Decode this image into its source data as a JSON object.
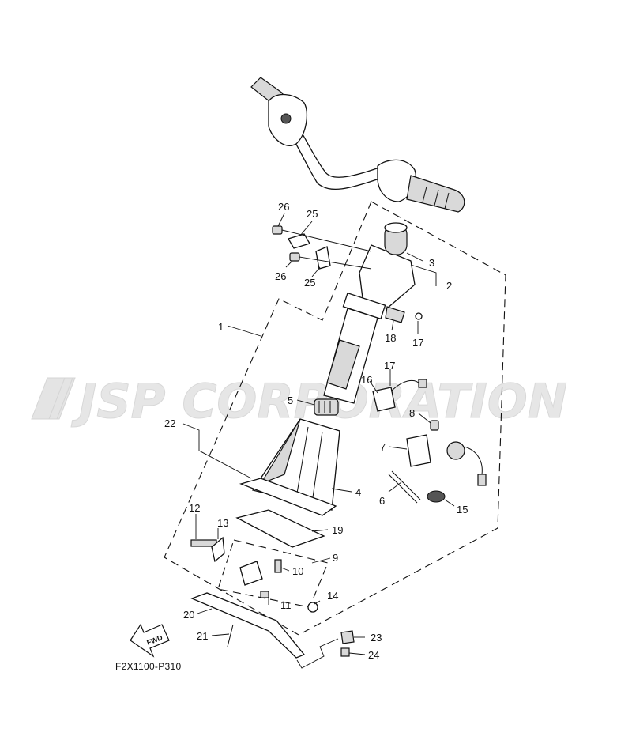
{
  "watermark": "JSP CORPORATION",
  "diagram_code": "F2X1100-P310",
  "fwd_label": "FWD",
  "callouts": [
    "1",
    "2",
    "3",
    "4",
    "5",
    "6",
    "7",
    "8",
    "9",
    "10",
    "11",
    "12",
    "13",
    "14",
    "15",
    "16",
    "17",
    "17",
    "18",
    "19",
    "20",
    "21",
    "22",
    "23",
    "24",
    "25",
    "25",
    "26",
    "26"
  ]
}
